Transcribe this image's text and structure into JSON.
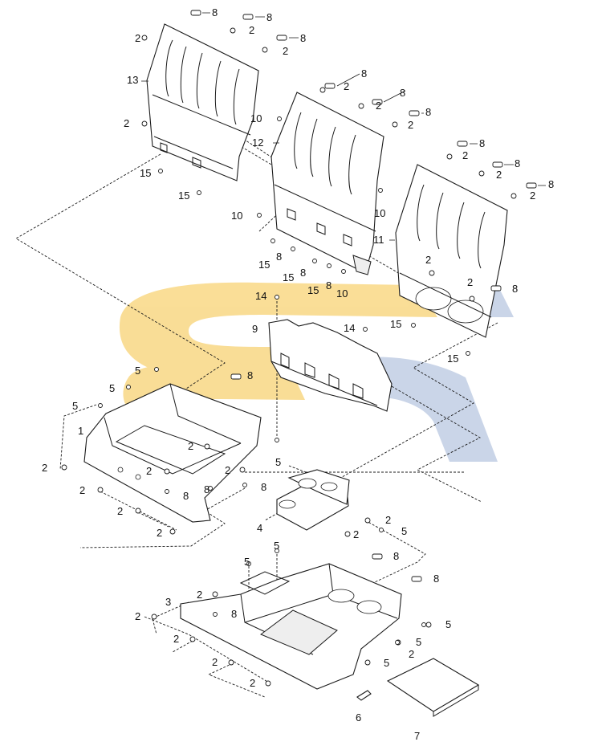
{
  "watermark": {
    "name": "brand-watermark",
    "colors": [
      "#f5c242",
      "#9fb3d6"
    ]
  },
  "parts": {
    "p1": "1",
    "p2": "2",
    "p3": "3",
    "p4": "4",
    "p5": "5",
    "p6": "6",
    "p7": "7",
    "p8": "8",
    "p9": "9",
    "p10": "10",
    "p11": "11",
    "p12": "12",
    "p13": "13",
    "p14": "14",
    "p15": "15"
  }
}
